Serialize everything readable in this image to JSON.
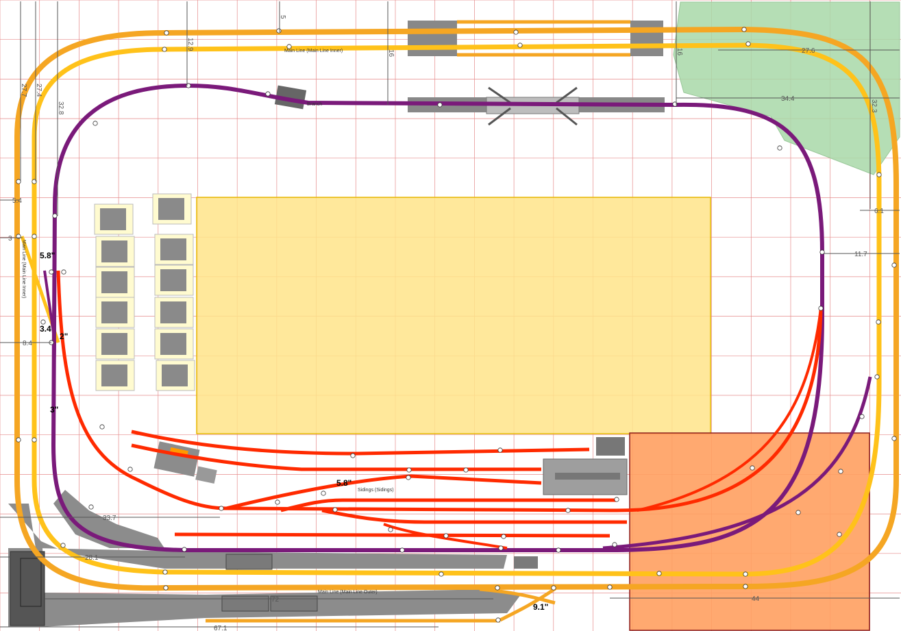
{
  "colors": {
    "grid": "#e58a8a",
    "main_outer": "#f5a623",
    "main_inner": "#ffc21a",
    "branch": "#7a1a7a",
    "sidings": "#ff2a00",
    "green_zone": "#a8d8a8",
    "yellow_board": "#ffe48a",
    "orange_board": "#ffa060",
    "platform": "#8c8c8c"
  },
  "labels": {
    "main_inner_top": "Main Line (Main Line Inner)",
    "main_inner_left": "Main Line (Main Line Inner)",
    "main_outer_bottom": "Main Line (Main Line Outer)",
    "branch": "Branch",
    "sidings": "Sidings (Sidings)"
  },
  "measurements": {
    "m_5": "5",
    "m_12_9": "12.9",
    "m_16a": "16",
    "m_16b": "16",
    "m_27_7": "27.7",
    "m_27_4": "27.4",
    "m_32_8": "32.8",
    "m_5_4": "5.4",
    "m_3": "3",
    "m_8_4": "8.4",
    "m_27_6": "27.6",
    "m_34_4": "34.4",
    "m_32_3": "32.3",
    "m_6_1": "6.1",
    "m_11_7": "11.7",
    "m_33_7": "33.7",
    "m_28_1": "28.1",
    "m_72": "72",
    "m_67_1": "67.1",
    "m_44": "44"
  },
  "callouts": {
    "c_5_8_left": "5.8\"",
    "c_3_4": "3.4",
    "c_2": "2\"",
    "c_3": "3\"",
    "c_5_8_sidings": "5.8\"",
    "c_9_1": "9.1\""
  }
}
